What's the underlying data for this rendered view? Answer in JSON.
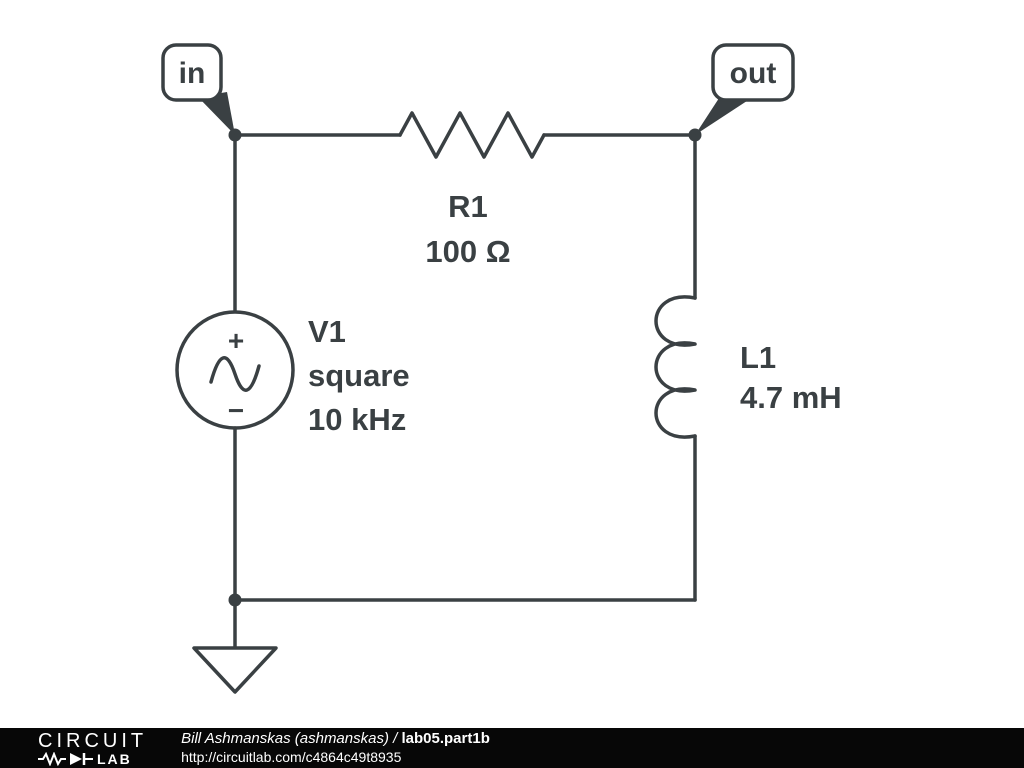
{
  "colors": {
    "stroke": "#3a4043",
    "footer_bg": "#070707",
    "footer_text": "#ffffff"
  },
  "nodes": {
    "in": "in",
    "out": "out"
  },
  "components": {
    "resistor": {
      "name": "R1",
      "value": "100 Ω"
    },
    "source": {
      "name": "V1",
      "waveform": "square",
      "frequency": "10 kHz"
    },
    "inductor": {
      "name": "L1",
      "value": "4.7 mH"
    }
  },
  "polarity": {
    "plus": "+",
    "minus": "−"
  },
  "footer": {
    "logo_top": "CIRCUIT",
    "logo_bottom": "LAB",
    "author": "Bill Ashmanskas (ashmanskas)",
    "separator": " / ",
    "title": "lab05.part1b",
    "url": "http://circuitlab.com/c4864c49t8935"
  }
}
